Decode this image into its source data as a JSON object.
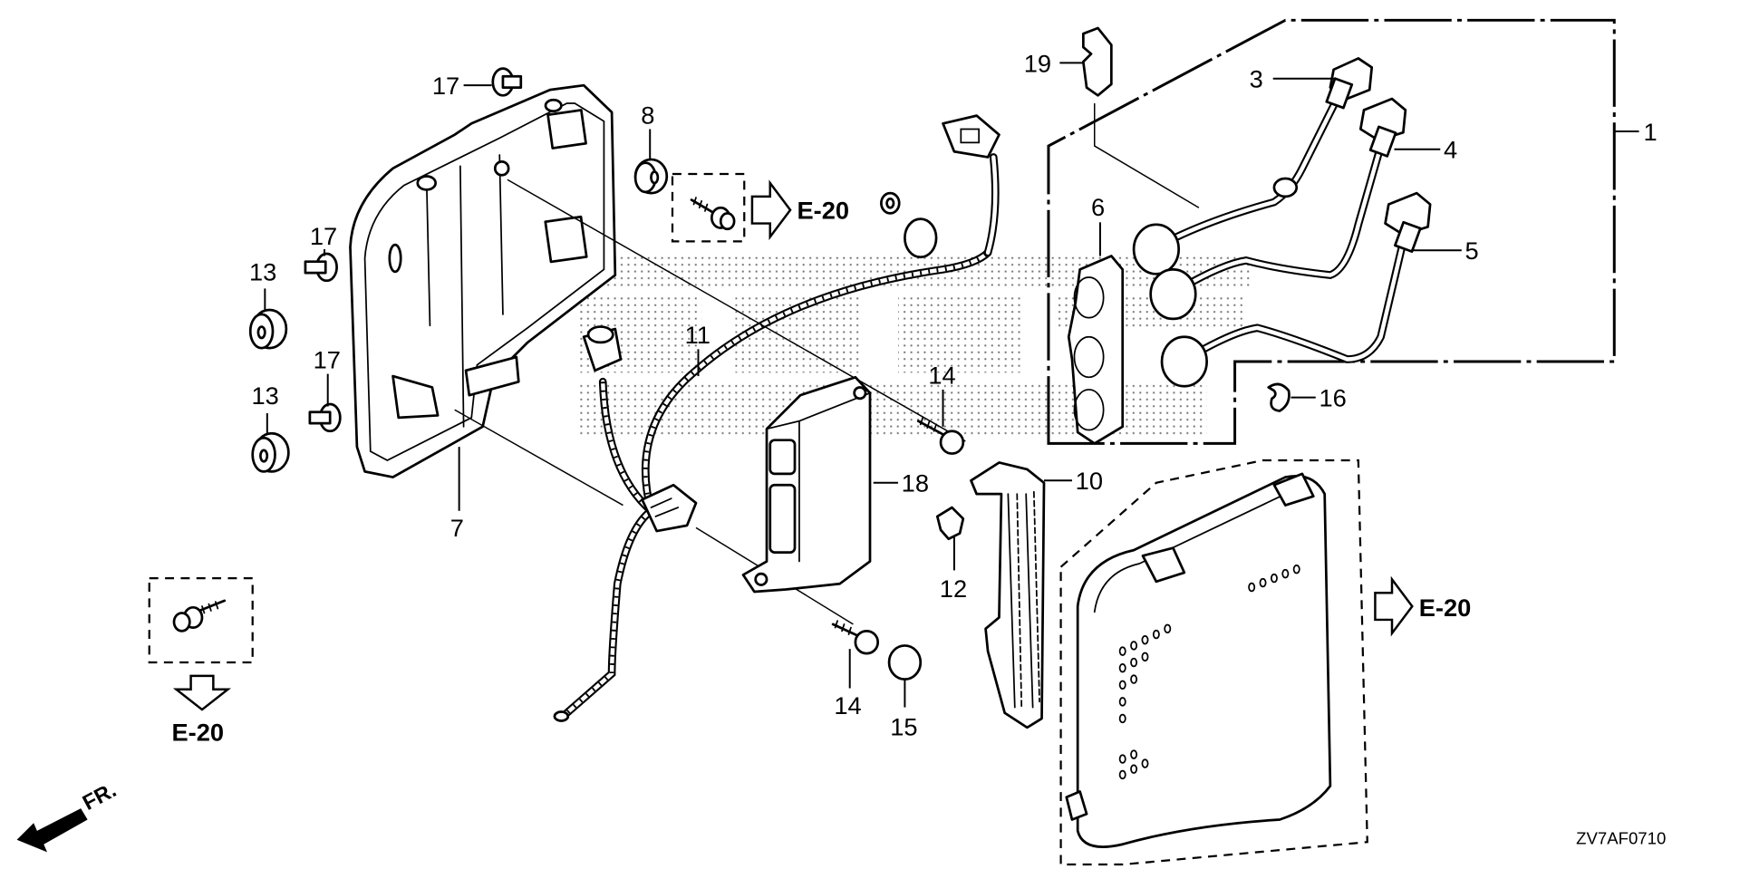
{
  "diagram": {
    "title": "Ignition coil / CDI unit exploded parts diagram",
    "code": "ZV7AF0710",
    "direction_marker": "FR.",
    "watermark_color": "#000000",
    "line_color": "#000000",
    "background": "#ffffff"
  },
  "callouts": [
    {
      "ref": "1",
      "part": "ignition-coil-assembly"
    },
    {
      "ref": "3",
      "part": "spark-plug-cap-1"
    },
    {
      "ref": "4",
      "part": "spark-plug-cap-2"
    },
    {
      "ref": "5",
      "part": "spark-plug-cap-3"
    },
    {
      "ref": "6",
      "part": "coil-holder"
    },
    {
      "ref": "7",
      "part": "electrical-case"
    },
    {
      "ref": "8",
      "part": "grommet"
    },
    {
      "ref": "10",
      "part": "cable-holder"
    },
    {
      "ref": "11",
      "part": "wire-harness"
    },
    {
      "ref": "12",
      "part": "clip"
    },
    {
      "ref": "13",
      "part": "grommet-upper"
    },
    {
      "ref": "13",
      "part": "grommet-lower"
    },
    {
      "ref": "14",
      "part": "flange-bolt-upper"
    },
    {
      "ref": "14",
      "part": "flange-bolt-lower"
    },
    {
      "ref": "15",
      "part": "cap"
    },
    {
      "ref": "16",
      "part": "wire-clip"
    },
    {
      "ref": "17",
      "part": "collar-top"
    },
    {
      "ref": "17",
      "part": "collar-middle"
    },
    {
      "ref": "17",
      "part": "collar-lower"
    },
    {
      "ref": "18",
      "part": "cdi-unit"
    },
    {
      "ref": "19",
      "part": "cord-clamp"
    }
  ],
  "references": [
    {
      "label": "E-20",
      "direction": "right",
      "from": "bolt-near-grommet-8"
    },
    {
      "label": "E-20",
      "direction": "down",
      "from": "bolt-lower-left"
    },
    {
      "label": "E-20",
      "direction": "right",
      "from": "electrical-cover"
    }
  ]
}
